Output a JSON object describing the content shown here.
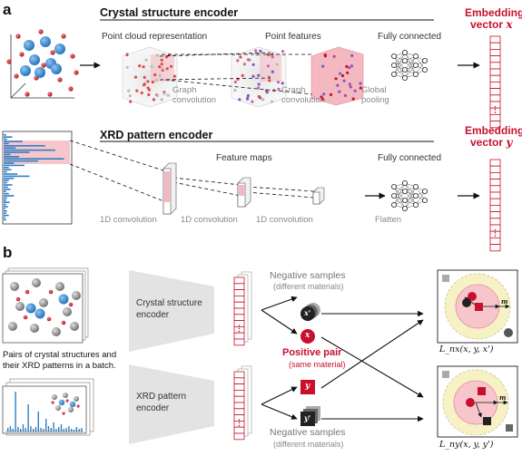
{
  "panel_a": {
    "label": "a",
    "crystal_encoder": {
      "title": "Crystal structure encoder",
      "point_cloud": "Point cloud representation",
      "point_features": "Point features",
      "fully_connected": "Fully connected",
      "graph_conv_1": [
        "Graph",
        "convolution"
      ],
      "graph_conv_2": [
        "Graph",
        "convolution"
      ],
      "global_pooling": [
        "Global",
        "pooling"
      ],
      "embedding": [
        "Embedding",
        "vector"
      ],
      "embedding_var": "x"
    },
    "xrd_encoder": {
      "title": "XRD pattern encoder",
      "feature_maps": "Feature maps",
      "fully_connected": "Fully connected",
      "conv1": "1D convolution",
      "conv2": "1D convolution",
      "conv3": "1D convolution",
      "flatten": "Flatten",
      "embedding": [
        "Embedding",
        "vector"
      ],
      "embedding_var": "y"
    }
  },
  "panel_b": {
    "label": "b",
    "pairs_caption": [
      "Pairs of crystal structures and",
      "their XRD patterns in a batch."
    ],
    "crystal_encoder": [
      "Crystal structure",
      "encoder"
    ],
    "xrd_encoder": [
      "XRD pattern",
      "encoder"
    ],
    "negative_top": "Negative samples",
    "negative_top_sub": "(different materials)",
    "positive": "Positive pair",
    "positive_sub": "(same material)",
    "negative_bottom": "Negative samples",
    "negative_bottom_sub": "(different materials)",
    "node_x_prime": "x'",
    "node_x": "x",
    "node_y": "y",
    "node_y_prime": "y'",
    "margin_label": "m",
    "loss_top": "L_nx(x, y, x')",
    "loss_bottom": "L_ny(x, y, y')"
  },
  "colors": {
    "accent_red": "#c8102e",
    "atom_blue": "#2f86d0",
    "feature_pink": "#f4b8c0",
    "zone_yellow": "#f6f2c6",
    "box_gray": "#dddddd"
  }
}
